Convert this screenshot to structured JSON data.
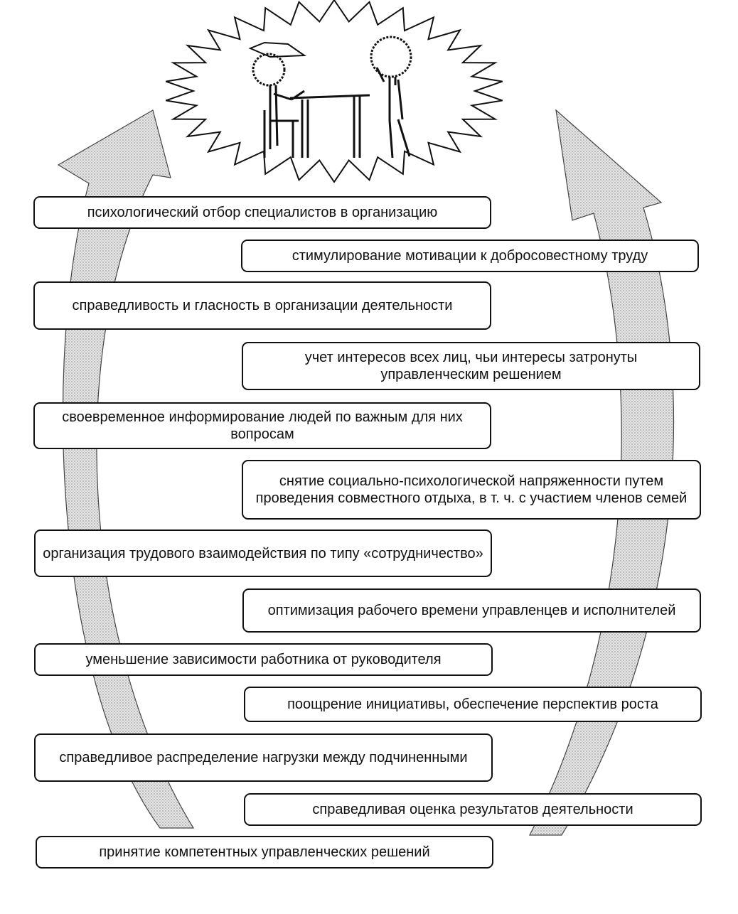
{
  "items": [
    "психологический отбор специалистов в организацию",
    "стимулирование мотивации к добросовестному труду",
    "справедливость и гласность в организации деятельности",
    "учет интересов всех лиц, чьи интересы затронуты управленческим решением",
    "своевременное информирование людей по важным для них вопросам",
    "снятие социально-психологической напряженности путем проведения совместного отдыха, в т. ч. с участием членов семей",
    "организация трудового взаимодействия по типу «сотрудничество»",
    "оптимизация рабочего времени управленцев и исполнителей",
    "уменьшение зависимости работника от руководителя",
    "поощрение инициативы, обеспечение перспектив роста",
    "справедливое распределение нагрузки между подчиненными",
    "справедливая оценка результатов деятельности",
    "принятие компетентных управленческих решений"
  ],
  "colors": {
    "stroke": "#111111",
    "arrow_fill": "#cfcfcf",
    "box_fill": "#ffffff"
  }
}
